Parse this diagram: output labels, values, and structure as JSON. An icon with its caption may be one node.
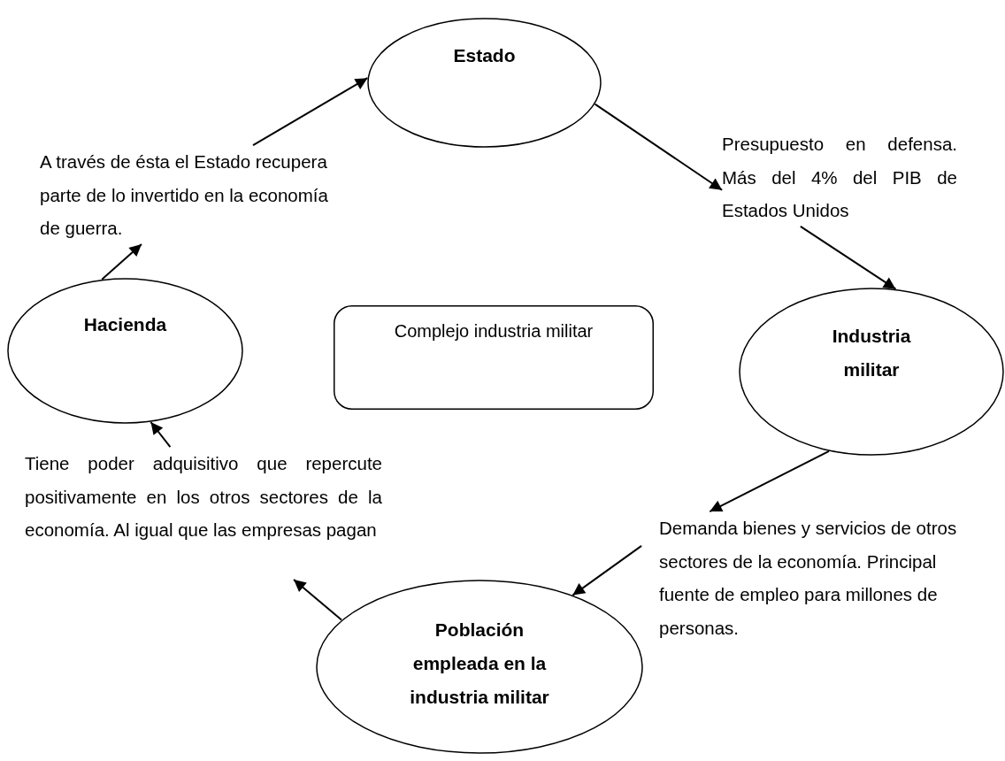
{
  "diagram": {
    "nodes": [
      {
        "text": [
          "Estado"
        ]
      },
      {
        "text": [
          "Presupuesto en defensa. Más del 4% del PIB de Estados Unidos"
        ]
      },
      {
        "text": [
          "Industria militar"
        ]
      },
      {
        "text": [
          "Demanda bienes y servicios de otros sectores de la economía. Principal fuente de empleo para millones de personas."
        ]
      },
      {
        "text": [
          "Población empleada en la industria militar"
        ]
      },
      {
        "text": [
          "Tiene poder adquisitivo que repercute positivamente en los otros sectores de la economía. Al igual que las empresas pagan"
        ]
      },
      {
        "text": [
          "Hacienda"
        ]
      },
      {
        "text": [
          "A través de ésta el Estado recupera parte de lo invertido en la economía de guerra."
        ]
      },
      {
        "text": [
          "Complejo industria militar"
        ]
      }
    ],
    "edges": [
      {
        "from": 0,
        "to": 1,
        "arrow": "to"
      },
      {
        "from": 1,
        "to": 2,
        "arrow": "to"
      },
      {
        "from": 2,
        "to": 3,
        "arrow": "to"
      },
      {
        "from": 3,
        "to": 4,
        "arrow": "to"
      },
      {
        "from": 4,
        "to": 5,
        "arrow": "to"
      },
      {
        "from": 5,
        "to": 6,
        "arrow": "to"
      },
      {
        "from": 6,
        "to": 7,
        "arrow": "to"
      },
      {
        "from": 7,
        "to": 0,
        "arrow": "to"
      }
    ]
  }
}
